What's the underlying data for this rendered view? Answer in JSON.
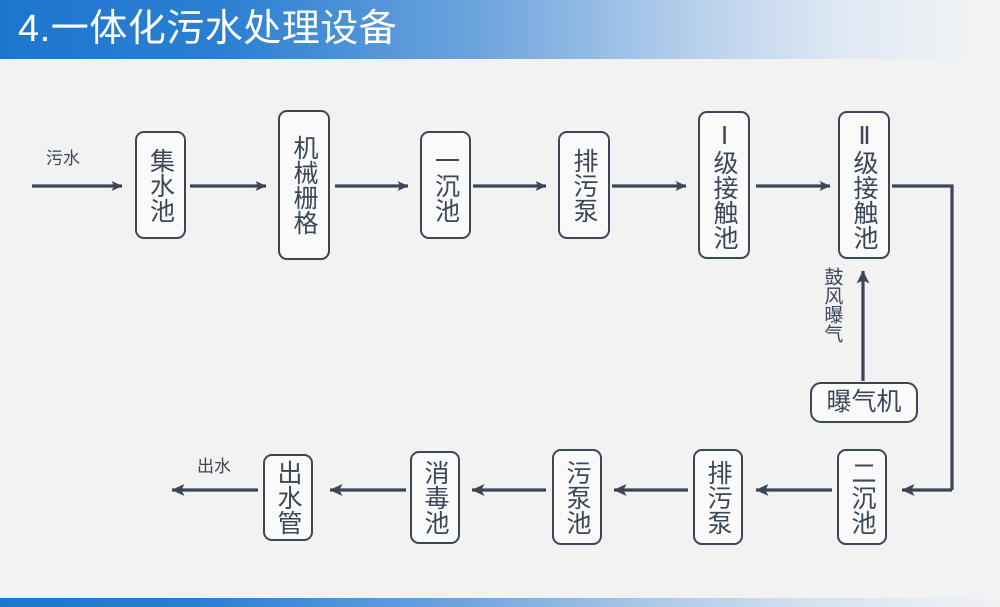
{
  "header": {
    "title": "4.一体化污水处理设备",
    "accent_color": "#1d76ce",
    "text_color": "#ffffff"
  },
  "footer": {
    "accent_color": "#1d76ce"
  },
  "diagram": {
    "background_color": "#f2f2f2",
    "line_color": "#3b4758",
    "box_fill": "#fafafa",
    "annotations": {
      "inlet": "污水",
      "outlet": "出水",
      "aeration": "鼓风曝气"
    },
    "row1": [
      {
        "id": "collection-tank",
        "label": "集水池",
        "chars": 3
      },
      {
        "id": "mechanical-grate",
        "label": "机械栅格",
        "chars": 4
      },
      {
        "id": "primary-sedimentation-tank",
        "label": "一沉池",
        "chars": 3
      },
      {
        "id": "sewage-pump-1",
        "label": "排污泵",
        "chars": 3
      },
      {
        "id": "contact-tank-1",
        "label": "Ⅰ级接触池",
        "chars": 5
      },
      {
        "id": "contact-tank-2",
        "label": "Ⅱ级接触池",
        "chars": 5
      }
    ],
    "aerator": {
      "id": "aerator",
      "label": "曝气机"
    },
    "row2": [
      {
        "id": "outlet-pipe",
        "label": "出水管",
        "chars": 3
      },
      {
        "id": "disinfection-tank",
        "label": "消毒池",
        "chars": 3
      },
      {
        "id": "sludge-pump-tank",
        "label": "污泵池",
        "chars": 3
      },
      {
        "id": "sewage-pump-2",
        "label": "排污泵",
        "chars": 3
      },
      {
        "id": "secondary-sedimentation-tank",
        "label": "二沉池",
        "chars": 3
      }
    ]
  }
}
